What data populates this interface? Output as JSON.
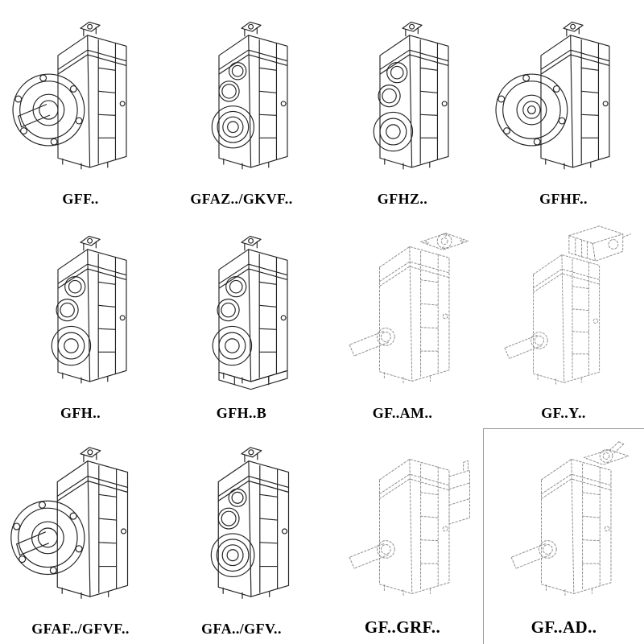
{
  "colors": {
    "background": "#ffffff",
    "solid_line": "#242424",
    "dashed_line": "#8e8e8e",
    "label_text": "#000000"
  },
  "catalog": {
    "items": [
      {
        "label": "GFF..",
        "drawing": "flange-mounted-gear-unit-solid"
      },
      {
        "label": "GFAZ../GKVF..",
        "drawing": "shaft-mounted-gear-unit-solid"
      },
      {
        "label": "GFHZ..",
        "drawing": "hollow-shaft-gear-unit-solid"
      },
      {
        "label": "GFHF..",
        "drawing": "hollow-shaft-flange-gear-unit-solid"
      },
      {
        "label": "GFH..",
        "drawing": "foot-mounted-gear-unit-solid"
      },
      {
        "label": "GFH..B",
        "drawing": "foot-mounted-gear-unit-with-base-solid"
      },
      {
        "label": "GF..AM..",
        "drawing": "gear-unit-with-motor-adapter-dashed"
      },
      {
        "label": "GF..Y..",
        "drawing": "gear-unit-with-mounted-motor-dashed"
      },
      {
        "label": "GFAF../GFVF..",
        "drawing": "flange-mounted-gear-unit-solid"
      },
      {
        "label": "GFA../GFV..",
        "drawing": "shaft-mounted-gear-unit-solid"
      },
      {
        "label": "GF..GRF..",
        "drawing": "gear-unit-with-input-module-dashed"
      },
      {
        "label": "GF..AD..",
        "drawing": "gear-unit-with-input-shaft-adapter-dashed"
      }
    ]
  }
}
